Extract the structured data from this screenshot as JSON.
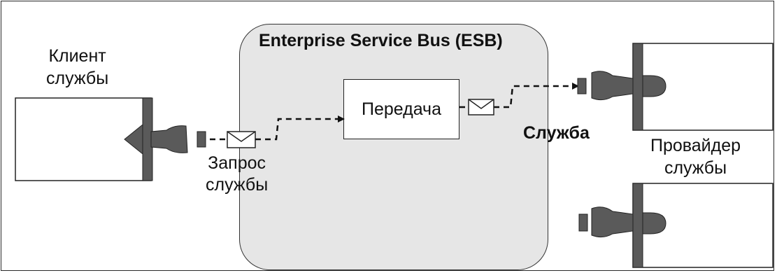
{
  "diagram": {
    "esb_title": "Enterprise Service Bus (ESB)",
    "client_label": "Клиент\nслужбы",
    "request_label": "Запрос\nслужбы",
    "transfer_label": "Передача",
    "service_label": "Служба",
    "provider_label": "Провайдер\nслужбы"
  },
  "colors": {
    "esb_fill": "#e6e6e6",
    "connector_fill": "#5a5a5a",
    "line": "#111111"
  }
}
